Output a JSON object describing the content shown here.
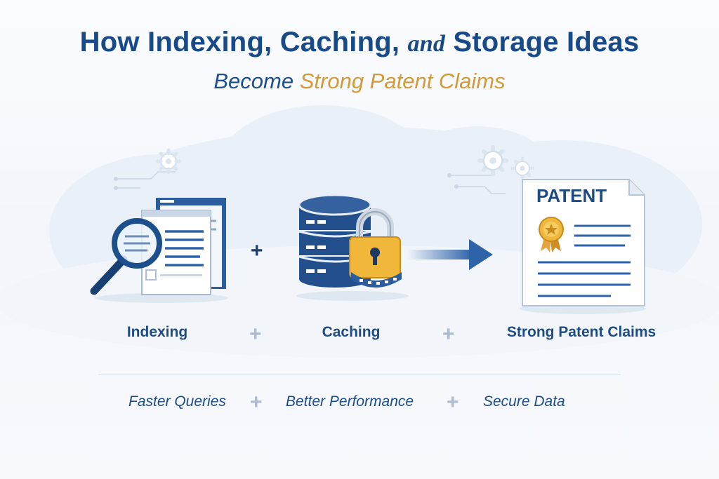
{
  "title": {
    "main": "How Indexing, Caching,",
    "and": "and",
    "end": "Storage Ideas"
  },
  "subtitle": {
    "part1": "Become",
    "part2": "Strong Patent Claims"
  },
  "icons": {
    "search": "magnifier-document-icon",
    "database": "database-lock-icon",
    "arrow": "arrow-right-icon",
    "patent": "patent-certificate-icon",
    "patent_text": "PATENT",
    "gear": "gear-icon",
    "plus": "+"
  },
  "labels": {
    "indexing": "Indexing",
    "caching": "Caching",
    "claims": "Strong Patent Claims"
  },
  "benefits": {
    "queries": "Faster Queries",
    "performance": "Better Performance",
    "secure": "Secure Data"
  },
  "colors": {
    "navy": "#174a86",
    "gold": "#d39a3a",
    "blue": "#2f63a8",
    "light": "#a9bbd1"
  }
}
